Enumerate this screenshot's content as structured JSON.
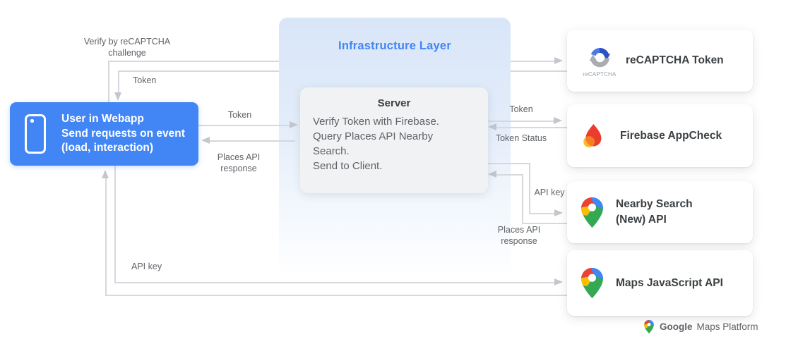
{
  "user_box": {
    "icon": "smartphone-icon",
    "lines": [
      "User in Webapp",
      "Send requests on event",
      "(load, interaction)"
    ]
  },
  "infrastructure": {
    "title": "Infrastructure Layer"
  },
  "server": {
    "title": "Server",
    "lines": [
      "Verify Token with Firebase.",
      "Query Places API Nearby",
      "Search.",
      "Send to Client."
    ]
  },
  "cards": [
    {
      "title": "reCAPTCHA Token",
      "icon": "recaptcha-icon",
      "caption": "reCAPTCHA"
    },
    {
      "title": "Firebase AppCheck",
      "icon": "firebase-appcheck-icon"
    },
    {
      "title": "Nearby Search (New) API",
      "icon": "google-maps-pin-icon"
    },
    {
      "title": "Maps JavaScript API",
      "icon": "google-maps-pin-icon"
    }
  ],
  "arrow_labels": {
    "verify_challenge": "Verify by reCAPTCHA challenge",
    "token_from_recaptcha": "Token",
    "token_to_server": "Token",
    "places_response_to_user": "Places API response",
    "token_to_firebase": "Token",
    "token_status": "Token Status",
    "api_key_to_nearby": "API key",
    "places_response_from_nearby": "Places API response",
    "api_key_to_maps": "API key"
  },
  "footer": {
    "icon": "google-maps-pin-icon",
    "brand": "Google",
    "product": "Maps Platform"
  },
  "colors": {
    "accent_blue": "#4285F4",
    "panel_blue": "#D9E6F8",
    "server_gray": "#F0F2F3",
    "text_dark": "#3C4043",
    "text_gray": "#5F6368",
    "line_gray": "#D5D8DC",
    "google_red": "#EA4335",
    "google_yellow": "#FBBC04",
    "google_green": "#34A853",
    "recaptcha_dark_blue": "#2A52C2",
    "recaptcha_gray": "#A9ADB2"
  }
}
